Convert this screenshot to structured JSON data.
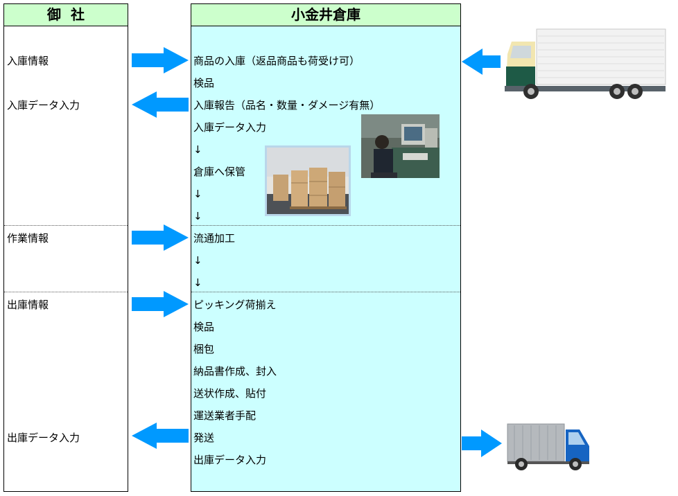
{
  "client": {
    "header": "御社",
    "labels": [
      "入庫情報",
      "入庫データ入力",
      "作業情報",
      "出庫情報",
      "出庫データ入力"
    ]
  },
  "warehouse": {
    "header": "小金井倉庫",
    "steps": [
      "商品の入庫（返品商品も荷受け可）",
      "検品",
      "入庫報告（品名・数量・ダメージ有無）",
      "入庫データ入力",
      "↓",
      "倉庫へ保管",
      "↓",
      "↓",
      "流通加工",
      "↓",
      "↓",
      "ピッキング荷揃え",
      "検品",
      "梱包",
      "納品書作成、封入",
      "送状作成、貼付",
      "運送業者手配",
      "発送",
      "出庫データ入力"
    ]
  },
  "colors": {
    "header_bg": "#ccffcc",
    "warehouse_bg": "#ccffff",
    "arrow": "#0099ff"
  },
  "icons": {
    "arrows": [
      "arrow-right-icon",
      "arrow-left-icon",
      "arrow-right-icon",
      "arrow-right-icon",
      "arrow-left-icon",
      "arrow-left-icon",
      "arrow-right-icon"
    ],
    "trucks": [
      "large-truck-icon",
      "small-truck-icon"
    ],
    "photos": [
      "warehouse-boxes-photo",
      "office-worker-photo"
    ]
  }
}
